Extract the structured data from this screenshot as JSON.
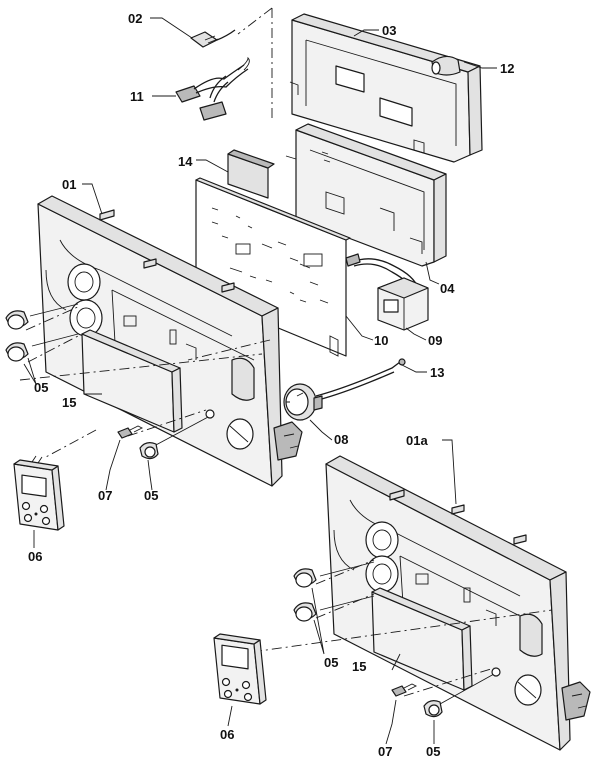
{
  "callouts": {
    "c01": "01",
    "c01a": "01a",
    "c02": "02",
    "c03": "03",
    "c04": "04",
    "c05_left": "05",
    "c05_mid": "05",
    "c05_right": "05",
    "c05_bottom": "05",
    "c06_left": "06",
    "c06_right": "06",
    "c07_left": "07",
    "c07_right": "07",
    "c08": "08",
    "c09": "09",
    "c10": "10",
    "c11": "11",
    "c12": "12",
    "c13": "13",
    "c14": "14",
    "c15_left": "15",
    "c15_right": "15"
  },
  "colors": {
    "line": "#1a1a1a",
    "part_fill": "#f2f2f2",
    "shade": "#b9b9b9"
  }
}
